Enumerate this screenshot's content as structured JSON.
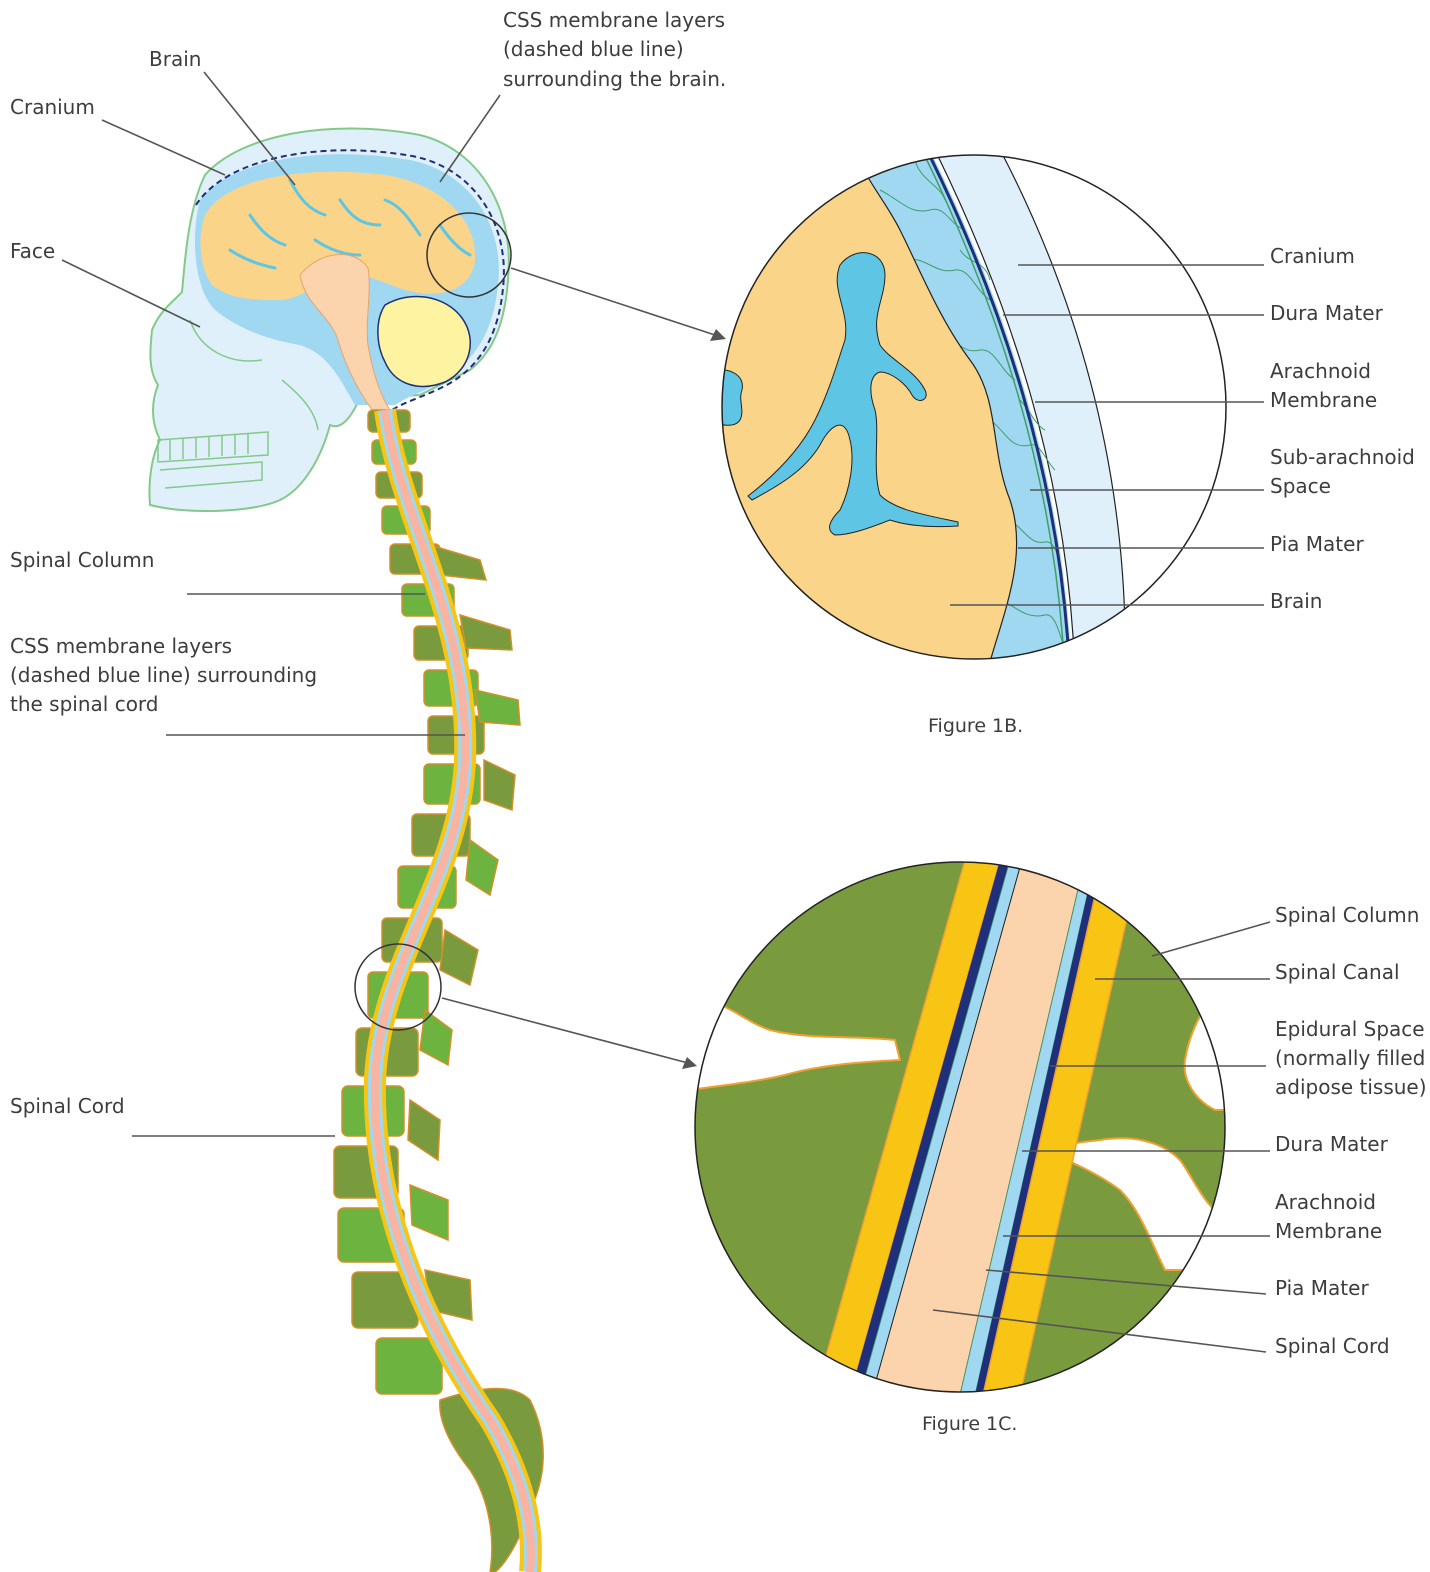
{
  "colors": {
    "skull_fill": "#dff0fa",
    "skull_stroke": "#84c98a",
    "csf_blue": "#9fd8f0",
    "brain_fill": "#fad589",
    "stem_fill": "#fbd3ac",
    "cerebellum_fill": "#fdf3a0",
    "vessel_blue": "#5ec6e4",
    "dura_navy": "#1f2f7a",
    "vertebra_light": "#6db33f",
    "vertebra_dark": "#7a9a3e",
    "vertebra_stroke": "#d39028",
    "canal_yellow": "#f9c514",
    "cord_pink": "#f8b4a0"
  },
  "main": {
    "labels": {
      "brain": "Brain",
      "css_brain_1": "CSS membrane layers",
      "css_brain_2": "(dashed blue line)",
      "css_brain_3": "surrounding the brain.",
      "cranium": "Cranium",
      "face": "Face",
      "spinal_column": "Spinal Column",
      "css_cord_1": "CSS membrane layers",
      "css_cord_2": "(dashed blue line) surrounding",
      "css_cord_3": "the spinal cord",
      "spinal_cord": "Spinal Cord"
    }
  },
  "fig1b": {
    "caption": "Figure 1B.",
    "labels": {
      "cranium": "Cranium",
      "dura": "Dura Mater",
      "arachnoid_1": "Arachnoid",
      "arachnoid_2": "Membrane",
      "subarachnoid_1": "Sub-arachnoid",
      "subarachnoid_2": "Space",
      "pia": "Pia Mater",
      "brain": "Brain"
    }
  },
  "fig1c": {
    "caption": "Figure 1C.",
    "labels": {
      "spinal_column": "Spinal Column",
      "spinal_canal": "Spinal Canal",
      "epidural_1": "Epidural Space",
      "epidural_2": "(normally filled",
      "epidural_3": "adipose tissue)",
      "dura": "Dura Mater",
      "arachnoid_1": "Arachnoid",
      "arachnoid_2": "Membrane",
      "pia": "Pia Mater",
      "spinal_cord": "Spinal Cord"
    }
  }
}
